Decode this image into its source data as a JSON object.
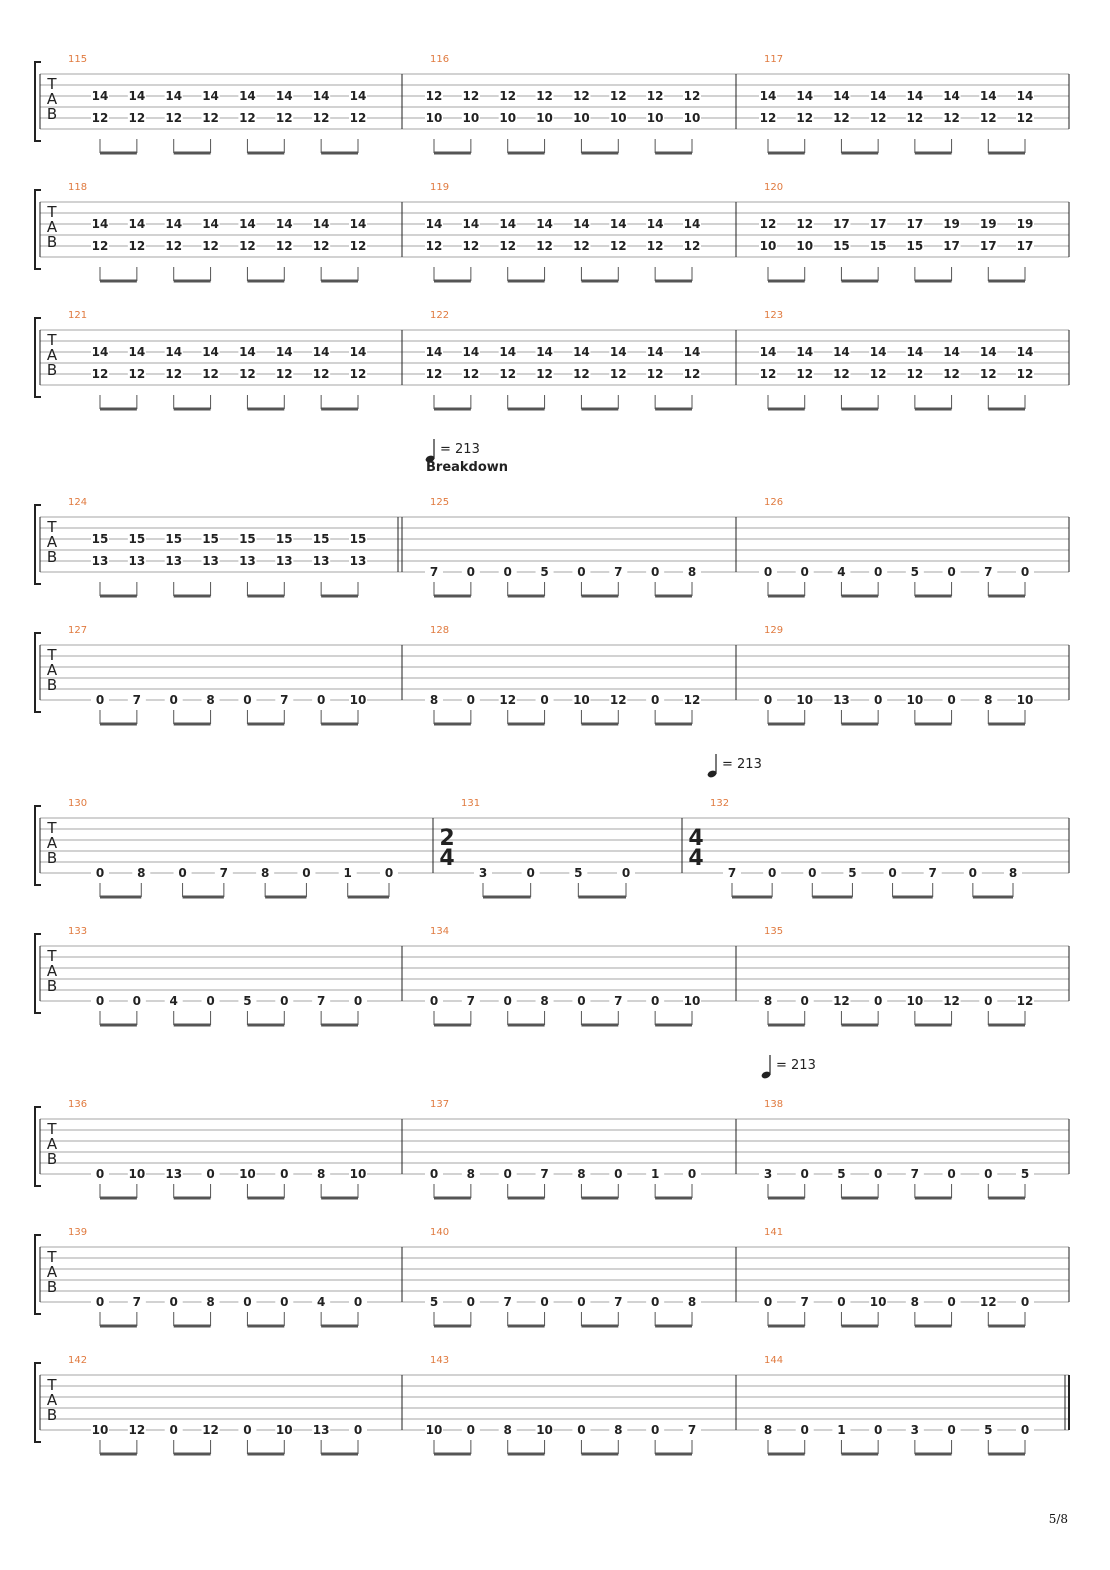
{
  "page": {
    "number_label": "5/8"
  },
  "colors": {
    "measure_number": "#e07a3f",
    "staff_line": "#a6a6a6",
    "ink": "#222222",
    "beam": "#555555"
  },
  "tab_clef": [
    "T",
    "A",
    "B"
  ],
  "rows": [
    {
      "measures": [
        {
          "number": "115",
          "notes": [
            [
              "14",
              "12"
            ],
            [
              "14",
              "12"
            ],
            [
              "14",
              "12"
            ],
            [
              "14",
              "12"
            ],
            [
              "14",
              "12"
            ],
            [
              "14",
              "12"
            ],
            [
              "14",
              "12"
            ],
            [
              "14",
              "12"
            ]
          ]
        },
        {
          "number": "116",
          "notes": [
            [
              "12",
              "10"
            ],
            [
              "12",
              "10"
            ],
            [
              "12",
              "10"
            ],
            [
              "12",
              "10"
            ],
            [
              "12",
              "10"
            ],
            [
              "12",
              "10"
            ],
            [
              "12",
              "10"
            ],
            [
              "12",
              "10"
            ]
          ]
        },
        {
          "number": "117",
          "notes": [
            [
              "14",
              "12"
            ],
            [
              "14",
              "12"
            ],
            [
              "14",
              "12"
            ],
            [
              "14",
              "12"
            ],
            [
              "14",
              "12"
            ],
            [
              "14",
              "12"
            ],
            [
              "14",
              "12"
            ],
            [
              "14",
              "12"
            ]
          ]
        }
      ]
    },
    {
      "measures": [
        {
          "number": "118",
          "notes": [
            [
              "14",
              "12"
            ],
            [
              "14",
              "12"
            ],
            [
              "14",
              "12"
            ],
            [
              "14",
              "12"
            ],
            [
              "14",
              "12"
            ],
            [
              "14",
              "12"
            ],
            [
              "14",
              "12"
            ],
            [
              "14",
              "12"
            ]
          ]
        },
        {
          "number": "119",
          "notes": [
            [
              "14",
              "12"
            ],
            [
              "14",
              "12"
            ],
            [
              "14",
              "12"
            ],
            [
              "14",
              "12"
            ],
            [
              "14",
              "12"
            ],
            [
              "14",
              "12"
            ],
            [
              "14",
              "12"
            ],
            [
              "14",
              "12"
            ]
          ]
        },
        {
          "number": "120",
          "notes": [
            [
              "12",
              "10"
            ],
            [
              "12",
              "10"
            ],
            [
              "17",
              "15"
            ],
            [
              "17",
              "15"
            ],
            [
              "17",
              "15"
            ],
            [
              "19",
              "17"
            ],
            [
              "19",
              "17"
            ],
            [
              "19",
              "17"
            ]
          ]
        }
      ]
    },
    {
      "measures": [
        {
          "number": "121",
          "notes": [
            [
              "14",
              "12"
            ],
            [
              "14",
              "12"
            ],
            [
              "14",
              "12"
            ],
            [
              "14",
              "12"
            ],
            [
              "14",
              "12"
            ],
            [
              "14",
              "12"
            ],
            [
              "14",
              "12"
            ],
            [
              "14",
              "12"
            ]
          ]
        },
        {
          "number": "122",
          "notes": [
            [
              "14",
              "12"
            ],
            [
              "14",
              "12"
            ],
            [
              "14",
              "12"
            ],
            [
              "14",
              "12"
            ],
            [
              "14",
              "12"
            ],
            [
              "14",
              "12"
            ],
            [
              "14",
              "12"
            ],
            [
              "14",
              "12"
            ]
          ]
        },
        {
          "number": "123",
          "notes": [
            [
              "14",
              "12"
            ],
            [
              "14",
              "12"
            ],
            [
              "14",
              "12"
            ],
            [
              "14",
              "12"
            ],
            [
              "14",
              "12"
            ],
            [
              "14",
              "12"
            ],
            [
              "14",
              "12"
            ],
            [
              "14",
              "12"
            ]
          ]
        }
      ]
    },
    {
      "measures": [
        {
          "number": "124",
          "notes": [
            [
              "15",
              "13"
            ],
            [
              "15",
              "13"
            ],
            [
              "15",
              "13"
            ],
            [
              "15",
              "13"
            ],
            [
              "15",
              "13"
            ],
            [
              "15",
              "13"
            ],
            [
              "15",
              "13"
            ],
            [
              "15",
              "13"
            ]
          ],
          "double_bar_end": true
        },
        {
          "number": "125",
          "tempo": "= 213",
          "section": "Breakdown",
          "low": [
            "7",
            "0",
            "0",
            "5",
            "0",
            "7",
            "0",
            "8"
          ]
        },
        {
          "number": "126",
          "low": [
            "0",
            "0",
            "4",
            "0",
            "5",
            "0",
            "7",
            "0"
          ]
        }
      ]
    },
    {
      "measures": [
        {
          "number": "127",
          "low": [
            "0",
            "7",
            "0",
            "8",
            "0",
            "7",
            "0",
            "10"
          ]
        },
        {
          "number": "128",
          "low": [
            "8",
            "0",
            "12",
            "0",
            "10",
            "12",
            "0",
            "12"
          ]
        },
        {
          "number": "129",
          "low": [
            "0",
            "10",
            "13",
            "0",
            "10",
            "0",
            "8",
            "10"
          ]
        }
      ]
    },
    {
      "measures": [
        {
          "number": "130",
          "low": [
            "0",
            "8",
            "0",
            "7",
            "8",
            "0",
            "1",
            "0"
          ]
        },
        {
          "number": "131",
          "timesig": [
            "2",
            "4"
          ],
          "low": [
            "3",
            "0",
            "5",
            "0"
          ]
        },
        {
          "number": "132",
          "timesig": [
            "4",
            "4"
          ],
          "tempo": "= 213",
          "low": [
            "7",
            "0",
            "0",
            "5",
            "0",
            "7",
            "0",
            "8"
          ]
        }
      ]
    },
    {
      "measures": [
        {
          "number": "133",
          "low": [
            "0",
            "0",
            "4",
            "0",
            "5",
            "0",
            "7",
            "0"
          ]
        },
        {
          "number": "134",
          "low": [
            "0",
            "7",
            "0",
            "8",
            "0",
            "7",
            "0",
            "10"
          ]
        },
        {
          "number": "135",
          "low": [
            "8",
            "0",
            "12",
            "0",
            "10",
            "12",
            "0",
            "12"
          ]
        }
      ]
    },
    {
      "measures": [
        {
          "number": "136",
          "low": [
            "0",
            "10",
            "13",
            "0",
            "10",
            "0",
            "8",
            "10"
          ]
        },
        {
          "number": "137",
          "low": [
            "0",
            "8",
            "0",
            "7",
            "8",
            "0",
            "1",
            "0"
          ]
        },
        {
          "number": "138",
          "tempo": "= 213",
          "low": [
            "3",
            "0",
            "5",
            "0",
            "7",
            "0",
            "0",
            "5"
          ]
        }
      ]
    },
    {
      "measures": [
        {
          "number": "139",
          "low": [
            "0",
            "7",
            "0",
            "8",
            "0",
            "0",
            "4",
            "0"
          ]
        },
        {
          "number": "140",
          "low": [
            "5",
            "0",
            "7",
            "0",
            "0",
            "7",
            "0",
            "8"
          ]
        },
        {
          "number": "141",
          "low": [
            "0",
            "7",
            "0",
            "10",
            "8",
            "0",
            "12",
            "0"
          ]
        }
      ]
    },
    {
      "measures": [
        {
          "number": "142",
          "low": [
            "10",
            "12",
            "0",
            "12",
            "0",
            "10",
            "13",
            "0"
          ]
        },
        {
          "number": "143",
          "low": [
            "10",
            "0",
            "8",
            "10",
            "0",
            "8",
            "0",
            "7"
          ]
        },
        {
          "number": "144",
          "low": [
            "8",
            "0",
            "1",
            "0",
            "3",
            "0",
            "5",
            "0"
          ],
          "final_bar": true
        }
      ]
    }
  ]
}
